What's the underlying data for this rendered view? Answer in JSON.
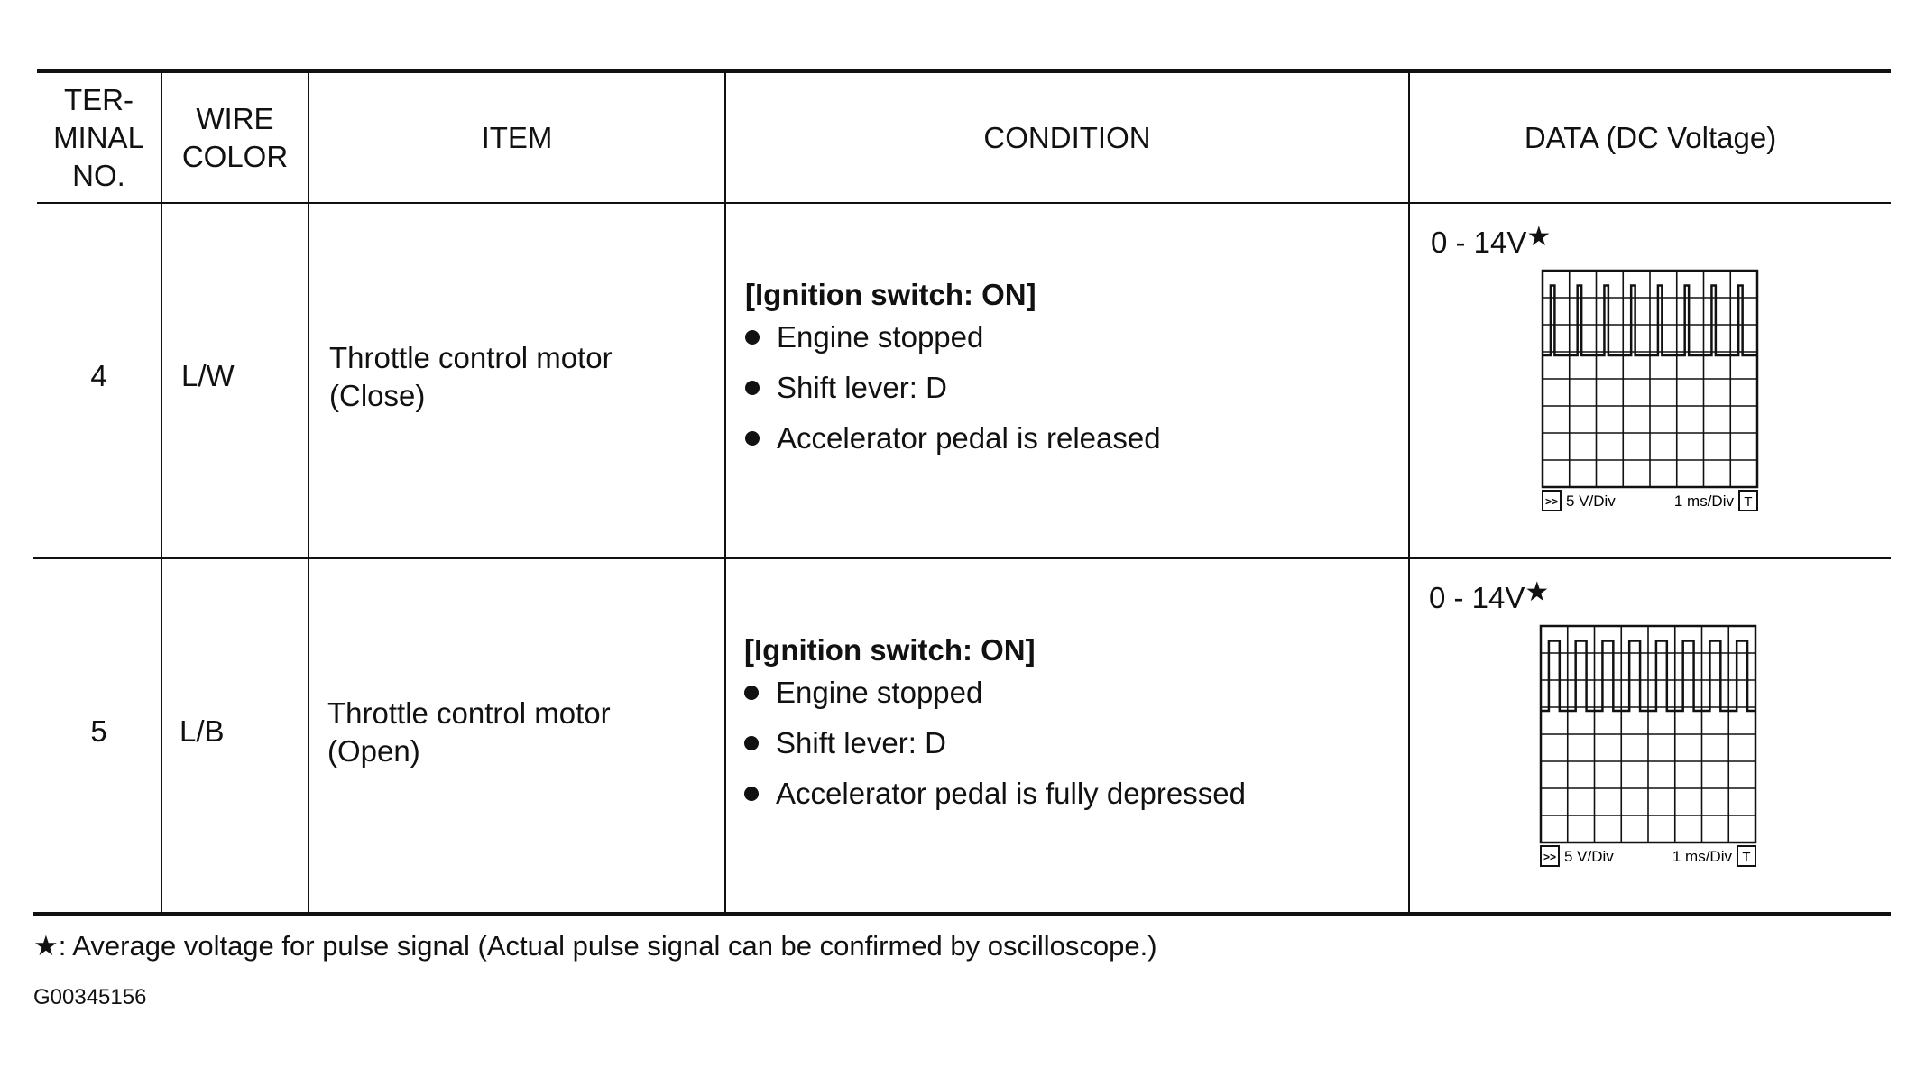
{
  "headers": {
    "terminal": "TER-\nMINAL\nNO.",
    "wire_color": "WIRE\nCOLOR",
    "item": "ITEM",
    "condition": "CONDITION",
    "data": "DATA (DC Voltage)"
  },
  "rows": [
    {
      "terminal": "4",
      "wire_color": "L/W",
      "item_line1": "Throttle control motor",
      "item_line2": "(Close)",
      "condition_title": "[Ignition switch: ON]",
      "bullets": [
        "Engine stopped",
        "Shift lever: D",
        "Accelerator pedal is released"
      ],
      "voltage": "0 - 14V",
      "star": "★",
      "scope_volts_div": "5 V/Div",
      "scope_time_div": "1 ms/Div",
      "scope_left_icon": ">>",
      "scope_right_icon": "T",
      "pulse_duty_fraction": 0.15
    },
    {
      "terminal": "5",
      "wire_color": "L/B",
      "item_line1": "Throttle control motor",
      "item_line2": "(Open)",
      "condition_title": "[Ignition switch: ON]",
      "bullets": [
        "Engine stopped",
        "Shift lever: D",
        "Accelerator pedal is fully depressed"
      ],
      "voltage": "0 - 14V",
      "star": "★",
      "scope_volts_div": "5 V/Div",
      "scope_time_div": "1 ms/Div",
      "scope_left_icon": ">>",
      "scope_right_icon": "T",
      "pulse_duty_fraction": 0.4
    }
  ],
  "footnote": {
    "star": "★",
    "text": ": Average voltage for pulse signal (Actual pulse signal can be confirmed by oscilloscope.)"
  },
  "figure_id": "G00345156"
}
